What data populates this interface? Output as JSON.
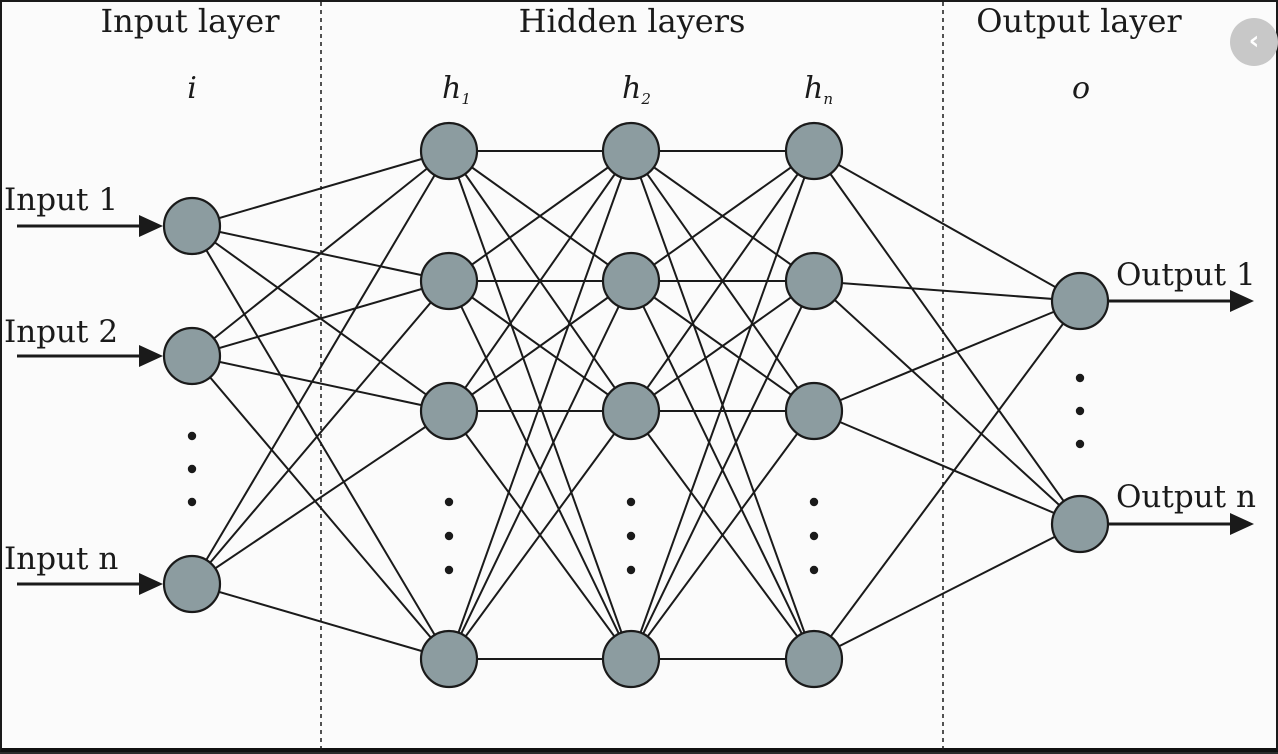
{
  "sections": {
    "input": "Input layer",
    "hidden": "Hidden layers",
    "output": "Output layer"
  },
  "layer_symbols": {
    "input": "i",
    "h1_base": "h",
    "h1_sub": "1",
    "h2_base": "h",
    "h2_sub": "2",
    "hn_base": "h",
    "hn_sub": "n",
    "output": "o"
  },
  "inputs": [
    "Input 1",
    "Input 2",
    "Input n"
  ],
  "outputs": [
    "Output 1",
    "Output n"
  ],
  "icons": {
    "back": "chevron-left-icon"
  },
  "colors": {
    "node_fill": "#8c9ca0",
    "stroke": "#1a1a1a",
    "background": "#fbfbfb"
  },
  "back_glyph": "‹"
}
